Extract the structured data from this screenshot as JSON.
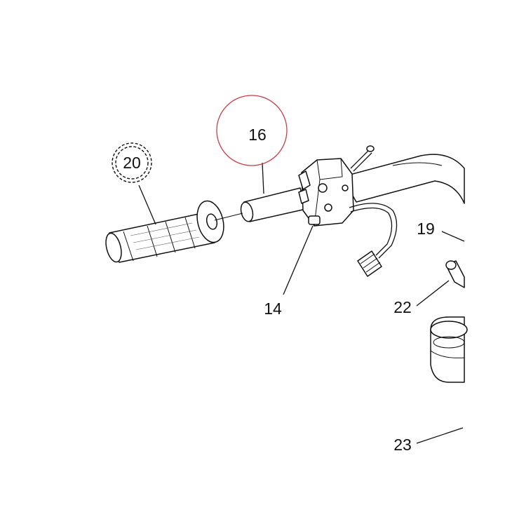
{
  "callouts": {
    "part_14": "14",
    "part_16": "16",
    "part_19": "19",
    "part_20": "20",
    "part_22": "22",
    "part_23": "23"
  },
  "colors": {
    "highlight_circle": "#c8404a",
    "line": "#111111",
    "background": "#ffffff"
  }
}
